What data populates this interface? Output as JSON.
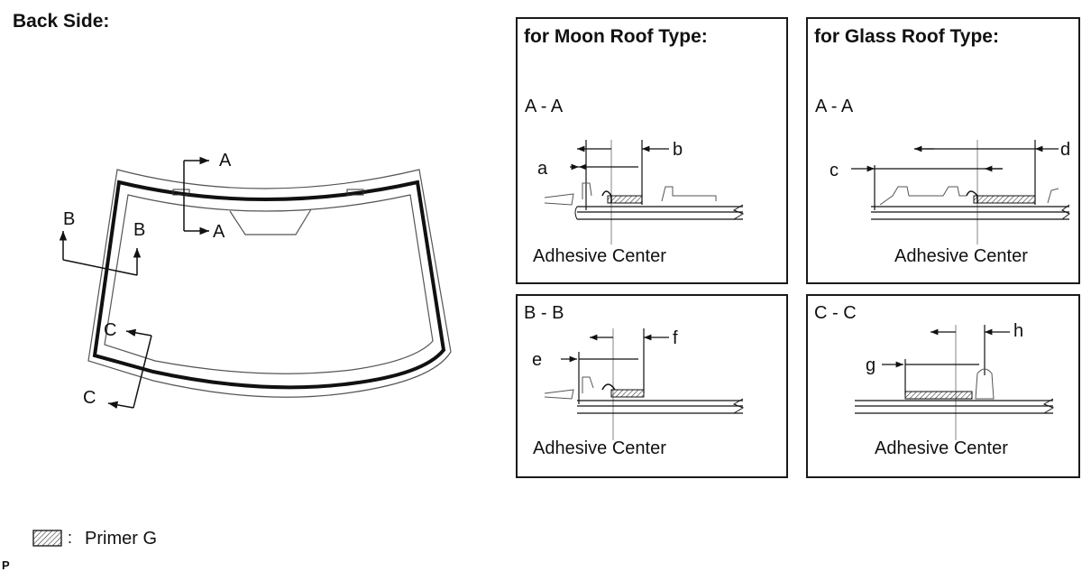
{
  "back_side_title": "Back Side:",
  "windshield": {
    "cut_labels": {
      "a1": "A",
      "a2": "A",
      "b1": "B",
      "b2": "B",
      "c1": "C",
      "c2": "C"
    }
  },
  "panels": {
    "moon_aa": {
      "title": "for Moon Roof Type:",
      "section": "A - A",
      "dim1": "a",
      "dim2": "b",
      "adhesive": "Adhesive Center"
    },
    "glass_aa": {
      "title": "for Glass Roof Type:",
      "section": "A - A",
      "dim1": "c",
      "dim2": "d",
      "adhesive": "Adhesive Center"
    },
    "moon_bb": {
      "section": "B - B",
      "dim1": "e",
      "dim2": "f",
      "adhesive": "Adhesive Center"
    },
    "glass_cc": {
      "section": "C - C",
      "dim1": "g",
      "dim2": "h",
      "adhesive": "Adhesive Center"
    }
  },
  "legend": {
    "separator": ":",
    "label": "Primer G"
  },
  "footer_code": "P"
}
